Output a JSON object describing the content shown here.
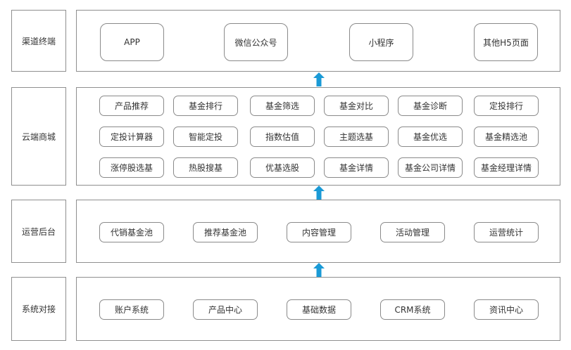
{
  "layers": {
    "channel": {
      "label": "渠道终端",
      "items": [
        "APP",
        "微信公众号",
        "小程序",
        "其他H5页面"
      ]
    },
    "cloud": {
      "label": "云端商城",
      "rows": [
        [
          "产品推荐",
          "基金排行",
          "基金筛选",
          "基金对比",
          "基金诊断",
          "定投排行"
        ],
        [
          "定投计算器",
          "智能定投",
          "指数估值",
          "主题选基",
          "基金优选",
          "基金精选池"
        ],
        [
          "涨停股选基",
          "热股搜基",
          "优基选股",
          "基金详情",
          "基金公司详情",
          "基金经理详情"
        ]
      ]
    },
    "ops": {
      "label": "运营后台",
      "items": [
        "代销基金池",
        "推荐基金池",
        "内容管理",
        "活动管理",
        "运营统计"
      ]
    },
    "system": {
      "label": "系统对接",
      "items": [
        "账户系统",
        "产品中心",
        "基础数据",
        "CRM系统",
        "资讯中心"
      ]
    }
  },
  "colors": {
    "arrow": "#1a9ad6",
    "border": "#8f8f8f"
  }
}
